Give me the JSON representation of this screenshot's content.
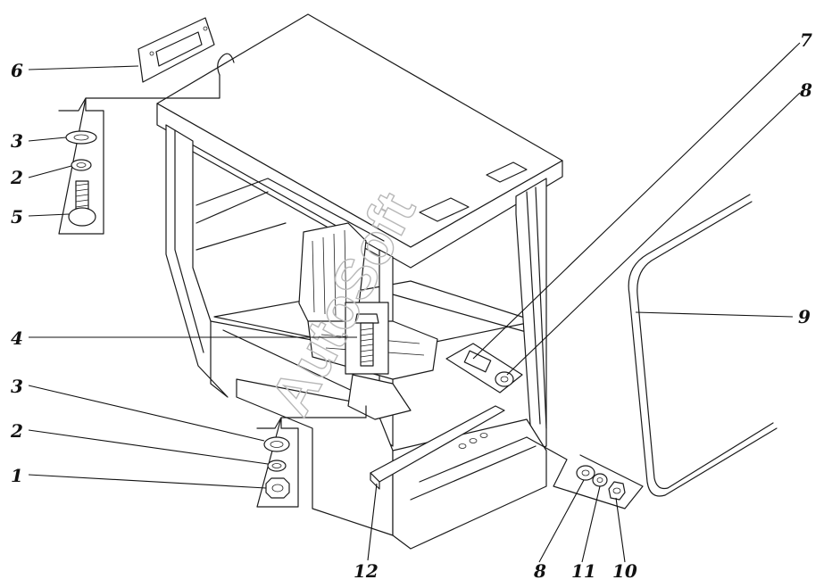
{
  "callouts": {
    "c1": "1",
    "c2_top": "2",
    "c2_bottom": "2",
    "c3_top": "3",
    "c3_bottom": "3",
    "c4": "4",
    "c5": "5",
    "c6": "6",
    "c7": "7",
    "c8_right": "8",
    "c8_bottom": "8",
    "c9": "9",
    "c10": "10",
    "c11": "11",
    "c12": "12"
  },
  "watermark": "AutoSoft",
  "colors": {
    "ink": "#1a1a1a",
    "paper": "#ffffff",
    "watermark": "#b8b8b8"
  }
}
